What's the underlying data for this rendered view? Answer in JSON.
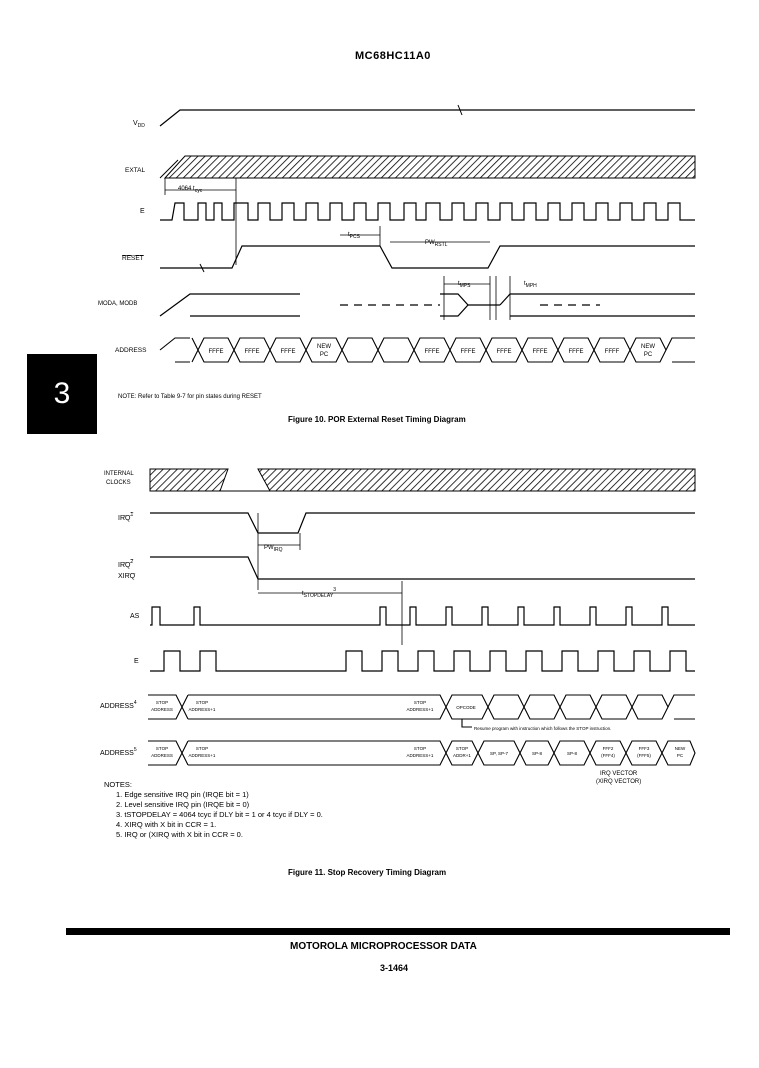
{
  "header": {
    "title": "MC68HC11A0"
  },
  "side_tab": {
    "label": "3"
  },
  "fig10": {
    "signals": {
      "vdd": "V",
      "vdd_sub": "DD",
      "extal": "EXTAL",
      "e": "E",
      "reset": "RESET",
      "moda": "MODA, MODB",
      "address": "ADDRESS"
    },
    "timing": {
      "tcyc_prefix": "4064 t",
      "tcyc_sub": "cyc",
      "tpcs_prefix": "t",
      "tpcs_sub": "PCS",
      "pw_prefix": "PW",
      "pw_sub": "RSTL",
      "tmps_prefix": "t",
      "tmps_sub": "MPS",
      "tmph_prefix": "t",
      "tmph_sub": "MPH"
    },
    "address_values": [
      "FFFE",
      "FFFE",
      "FFFE",
      "NEW",
      "PC",
      "FFFE",
      "FFFE",
      "FFFE",
      "FFFE",
      "FFFE",
      "FFFF",
      "NEW",
      "PC"
    ],
    "note": "NOTE: Refer to Table 9-7 for pin states during RESET",
    "caption": "Figure 10. POR External Reset Timing Diagram"
  },
  "fig11": {
    "signals": {
      "internal": "INTERNAL",
      "clocks": "CLOCKS",
      "irq1": "IRQ",
      "irq1_sup": "1",
      "irq2": "IRQ",
      "irq2_sup": "2",
      "xirq": "XIRQ",
      "as": "AS",
      "e": "E",
      "address4": "ADDRESS",
      "address4_sup": "4",
      "address5": "ADDRESS",
      "address5_sup": "5"
    },
    "timing": {
      "pwirq_prefix": "PW",
      "pwirq_sub": "IRQ",
      "tstop_prefix": "t",
      "tstop_sub": "STOPDELAY",
      "tstop_sup": "3"
    },
    "addr4_values": [
      "STOP",
      "ADDRESS",
      "STOP",
      "ADDRESS+1",
      "STOP",
      "ADDRESS+1",
      "OPCODE"
    ],
    "resume_note": "Resume program with instruction which follows the STOP instruction.",
    "addr5_values": [
      "STOP",
      "ADDRESS",
      "STOP",
      "ADDRESS+1",
      "STOP",
      "ADDRESS+1",
      "STOP",
      "ADDR+1",
      "SP, SP-7",
      "SP-8",
      "SP-8",
      "FFF2",
      "(FFF4)",
      "FFF3",
      "(FFF5)",
      "NEW",
      "PC"
    ],
    "irq_vector": "IRQ VECTOR",
    "xirq_vector": "(XIRQ VECTOR)",
    "notes_title": "NOTES:",
    "notes": [
      "1. Edge sensitive IRQ pin (IRQE bit = 1)",
      "2. Level sensitive IRQ pin (IRQE bit = 0)",
      "3. tSTOPDELAY = 4064 tcyc if DLY bit = 1 or 4 tcyc if DLY = 0.",
      "4. XIRQ with X bit in CCR = 1.",
      "5. IRQ or (XIRQ with X bit in CCR = 0."
    ],
    "caption": "Figure 11. Stop Recovery Timing Diagram"
  },
  "footer": {
    "title": "MOTOROLA MICROPROCESSOR DATA",
    "page": "3-1464"
  }
}
